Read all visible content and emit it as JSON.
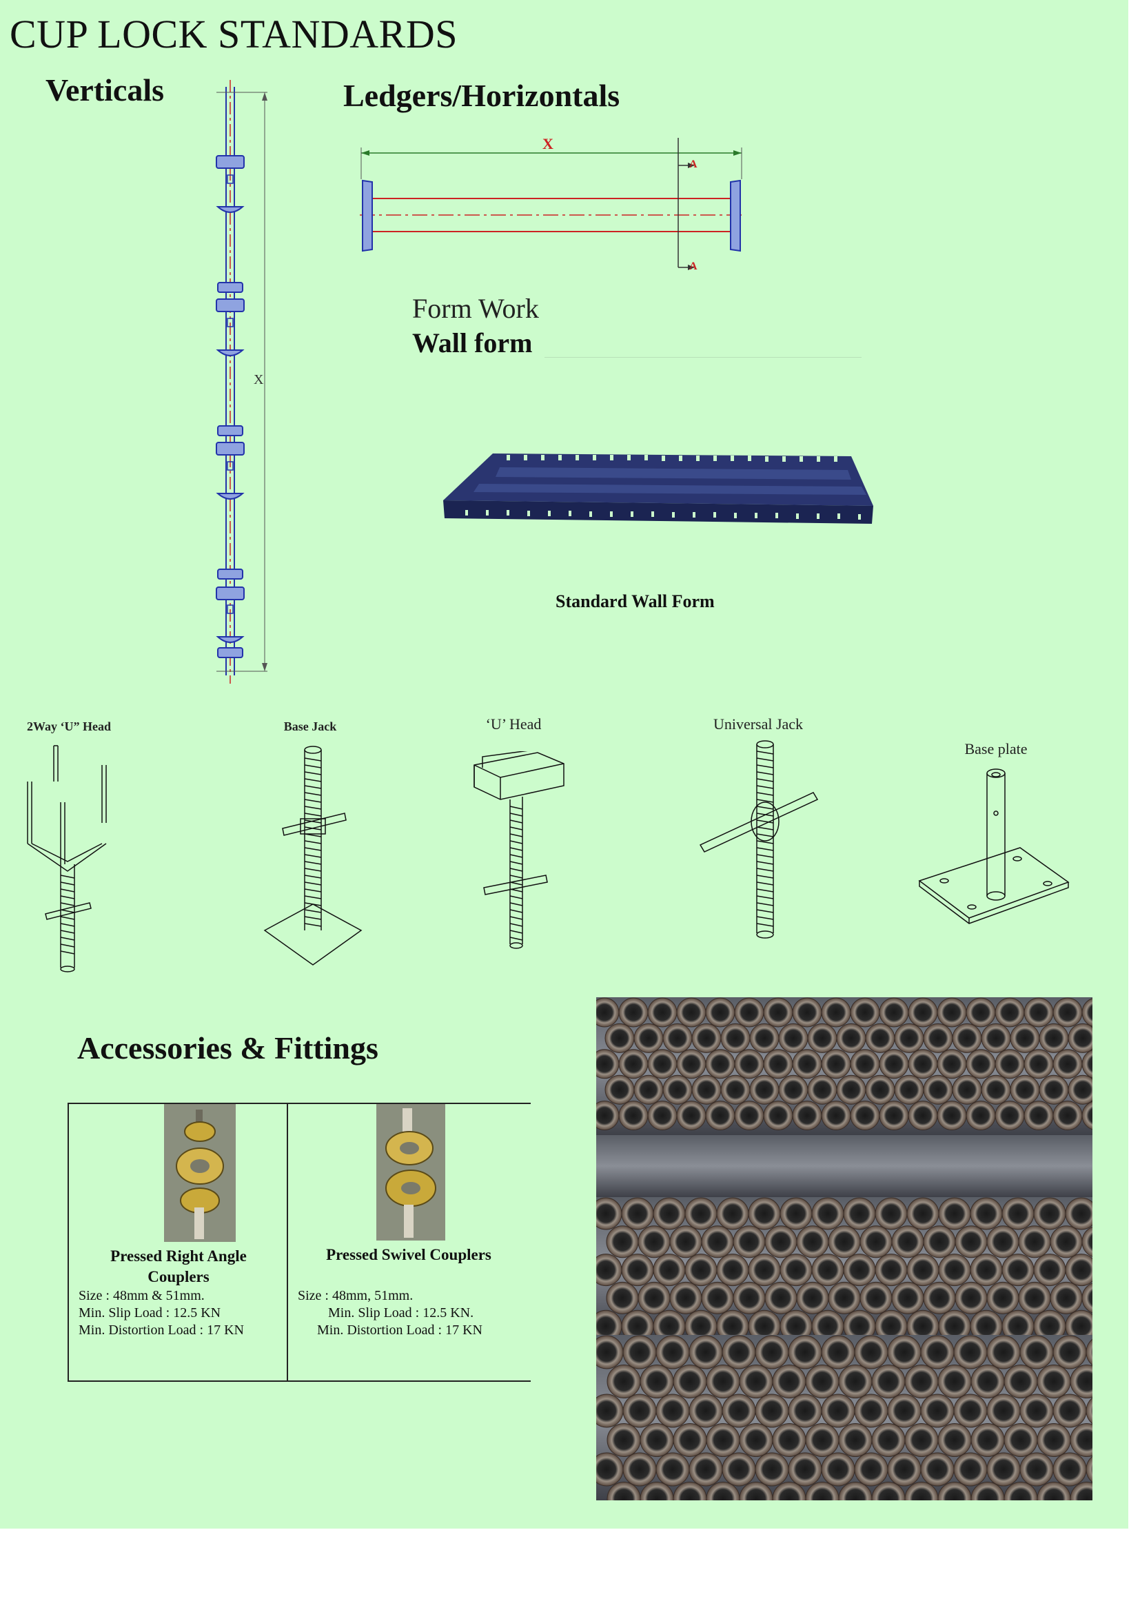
{
  "page_title": "CUP LOCK STANDARDS",
  "sections": {
    "verticals": {
      "title": "Verticals",
      "dimension_label": "X"
    },
    "ledgers": {
      "title": "Ledgers/Horizontals",
      "dimension_label": "X",
      "section_mark": "A"
    },
    "form_work": {
      "title": "Form Work",
      "subtitle": "Wall form",
      "caption": "Standard Wall Form"
    },
    "components": [
      {
        "label": "2Way ‘U” Head",
        "icon": "two-way-u-head-icon"
      },
      {
        "label": "Base Jack",
        "icon": "base-jack-icon"
      },
      {
        "label": "‘U’ Head",
        "icon": "u-head-icon"
      },
      {
        "label": "Universal Jack",
        "icon": "universal-jack-icon"
      },
      {
        "label": "Base plate",
        "icon": "base-plate-icon"
      }
    ],
    "accessories": {
      "title": "Accessories & Fittings",
      "couplers": [
        {
          "name": "Pressed Right Angle Couplers",
          "size": "Size : 48mm & 51mm.",
          "slip_load": "Min. Slip Load : 12.5 KN",
          "distortion_load": "Min. Distortion Load : 17 KN"
        },
        {
          "name": "Pressed Swivel Couplers",
          "size": "Size : 48mm, 51mm.",
          "slip_load": "Min. Slip Load : 12.5 KN.",
          "distortion_load": "Min. Distortion Load : 17 KN"
        }
      ]
    }
  },
  "colors": {
    "page_bg": "#ccfccc",
    "drawing_blue": "#2233aa",
    "drawing_red": "#cc2222",
    "form_navy": "#1f2a5e"
  }
}
